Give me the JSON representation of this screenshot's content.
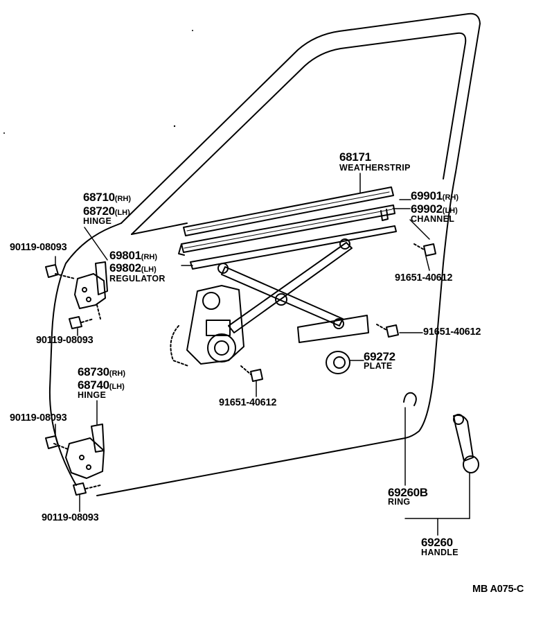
{
  "parts": {
    "weatherstrip": {
      "number": "68171",
      "name": "WEATHERSTRIP"
    },
    "hinge_upper": {
      "number_rh": "68710",
      "suffix_rh": "(RH)",
      "number_lh": "68720",
      "suffix_lh": "(LH)",
      "name": "HINGE"
    },
    "channel": {
      "number_rh": "69901",
      "suffix_rh": "(RH)",
      "number_lh": "69902",
      "suffix_lh": "(LH)",
      "name": "CHANNEL"
    },
    "regulator": {
      "number_rh": "69801",
      "suffix_rh": "(RH)",
      "number_lh": "69802",
      "suffix_lh": "(LH)",
      "name": "REGULATOR"
    },
    "bolt_hinge_upper_top": {
      "number": "90119-08093"
    },
    "bolt_hinge_upper_bottom": {
      "number": "90119-08093"
    },
    "bolt_channel": {
      "number": "91651-40612"
    },
    "bolt_regulator_right": {
      "number": "91651-40612"
    },
    "bolt_regulator_bottom": {
      "number": "91651-40612"
    },
    "plate": {
      "number": "69272",
      "name": "PLATE"
    },
    "hinge_lower": {
      "number_rh": "68730",
      "suffix_rh": "(RH)",
      "number_lh": "68740",
      "suffix_lh": "(LH)",
      "name": "HINGE"
    },
    "bolt_hinge_lower_top": {
      "number": "90119-08093"
    },
    "bolt_hinge_lower_bottom": {
      "number": "90119-08093"
    },
    "ring": {
      "number": "69260B",
      "name": "RING"
    },
    "handle": {
      "number": "69260",
      "name": "HANDLE"
    }
  },
  "diagram_code": "MB A075-C"
}
